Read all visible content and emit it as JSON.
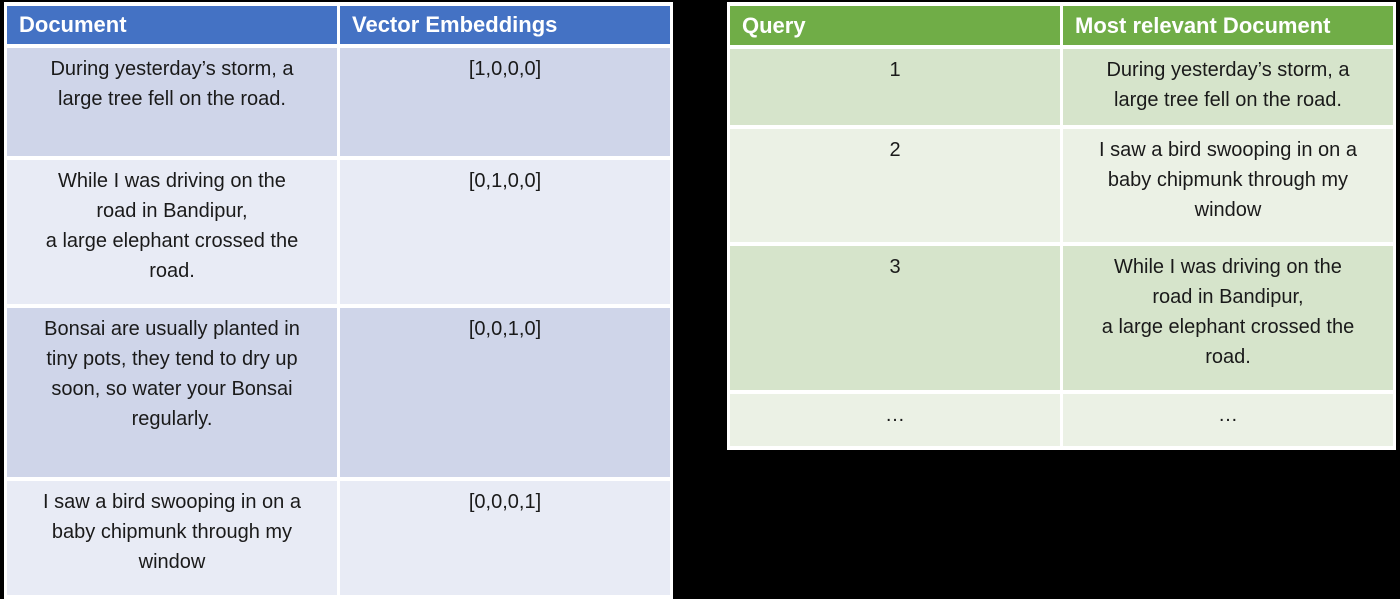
{
  "colors": {
    "header-blue": "#4472C4",
    "header-green": "#70AD47",
    "row-lavender-dark": "#CFD5E9",
    "row-lavender-light": "#E8EBF5",
    "row-green-dark": "#D6E4CB",
    "row-green-light": "#EBF1E5",
    "grid-white": "#FFFFFF",
    "header-text": "#FFFFFF",
    "body-text": "#1A1A1A",
    "background": "#000000"
  },
  "left_table": {
    "headers": [
      "Document",
      "Vector Embeddings"
    ],
    "rows": [
      {
        "document": "During yesterday’s storm, a\nlarge tree fell on the road.",
        "embedding": "[1,0,0,0]"
      },
      {
        "document": "While I was driving on the\nroad in Bandipur,\na large elephant crossed the\nroad.",
        "embedding": "[0,1,0,0]"
      },
      {
        "document": "Bonsai are usually planted in\ntiny pots, they tend to dry up\nsoon, so water your Bonsai\nregularly.",
        "embedding": "[0,0,1,0]"
      },
      {
        "document": "I saw a bird swooping in on a\nbaby chipmunk through my\nwindow",
        "embedding": "[0,0,0,1]"
      }
    ]
  },
  "right_table": {
    "headers": [
      "Query",
      "Most relevant Document"
    ],
    "rows": [
      {
        "query": "1",
        "document": "During yesterday’s storm, a\nlarge tree fell on the road."
      },
      {
        "query": "2",
        "document": "I saw a bird swooping in on a\nbaby chipmunk through my\nwindow"
      },
      {
        "query": "3",
        "document": "While I was driving on the\nroad in Bandipur,\na large elephant crossed the\nroad."
      },
      {
        "query": "…",
        "document": "…"
      }
    ]
  }
}
